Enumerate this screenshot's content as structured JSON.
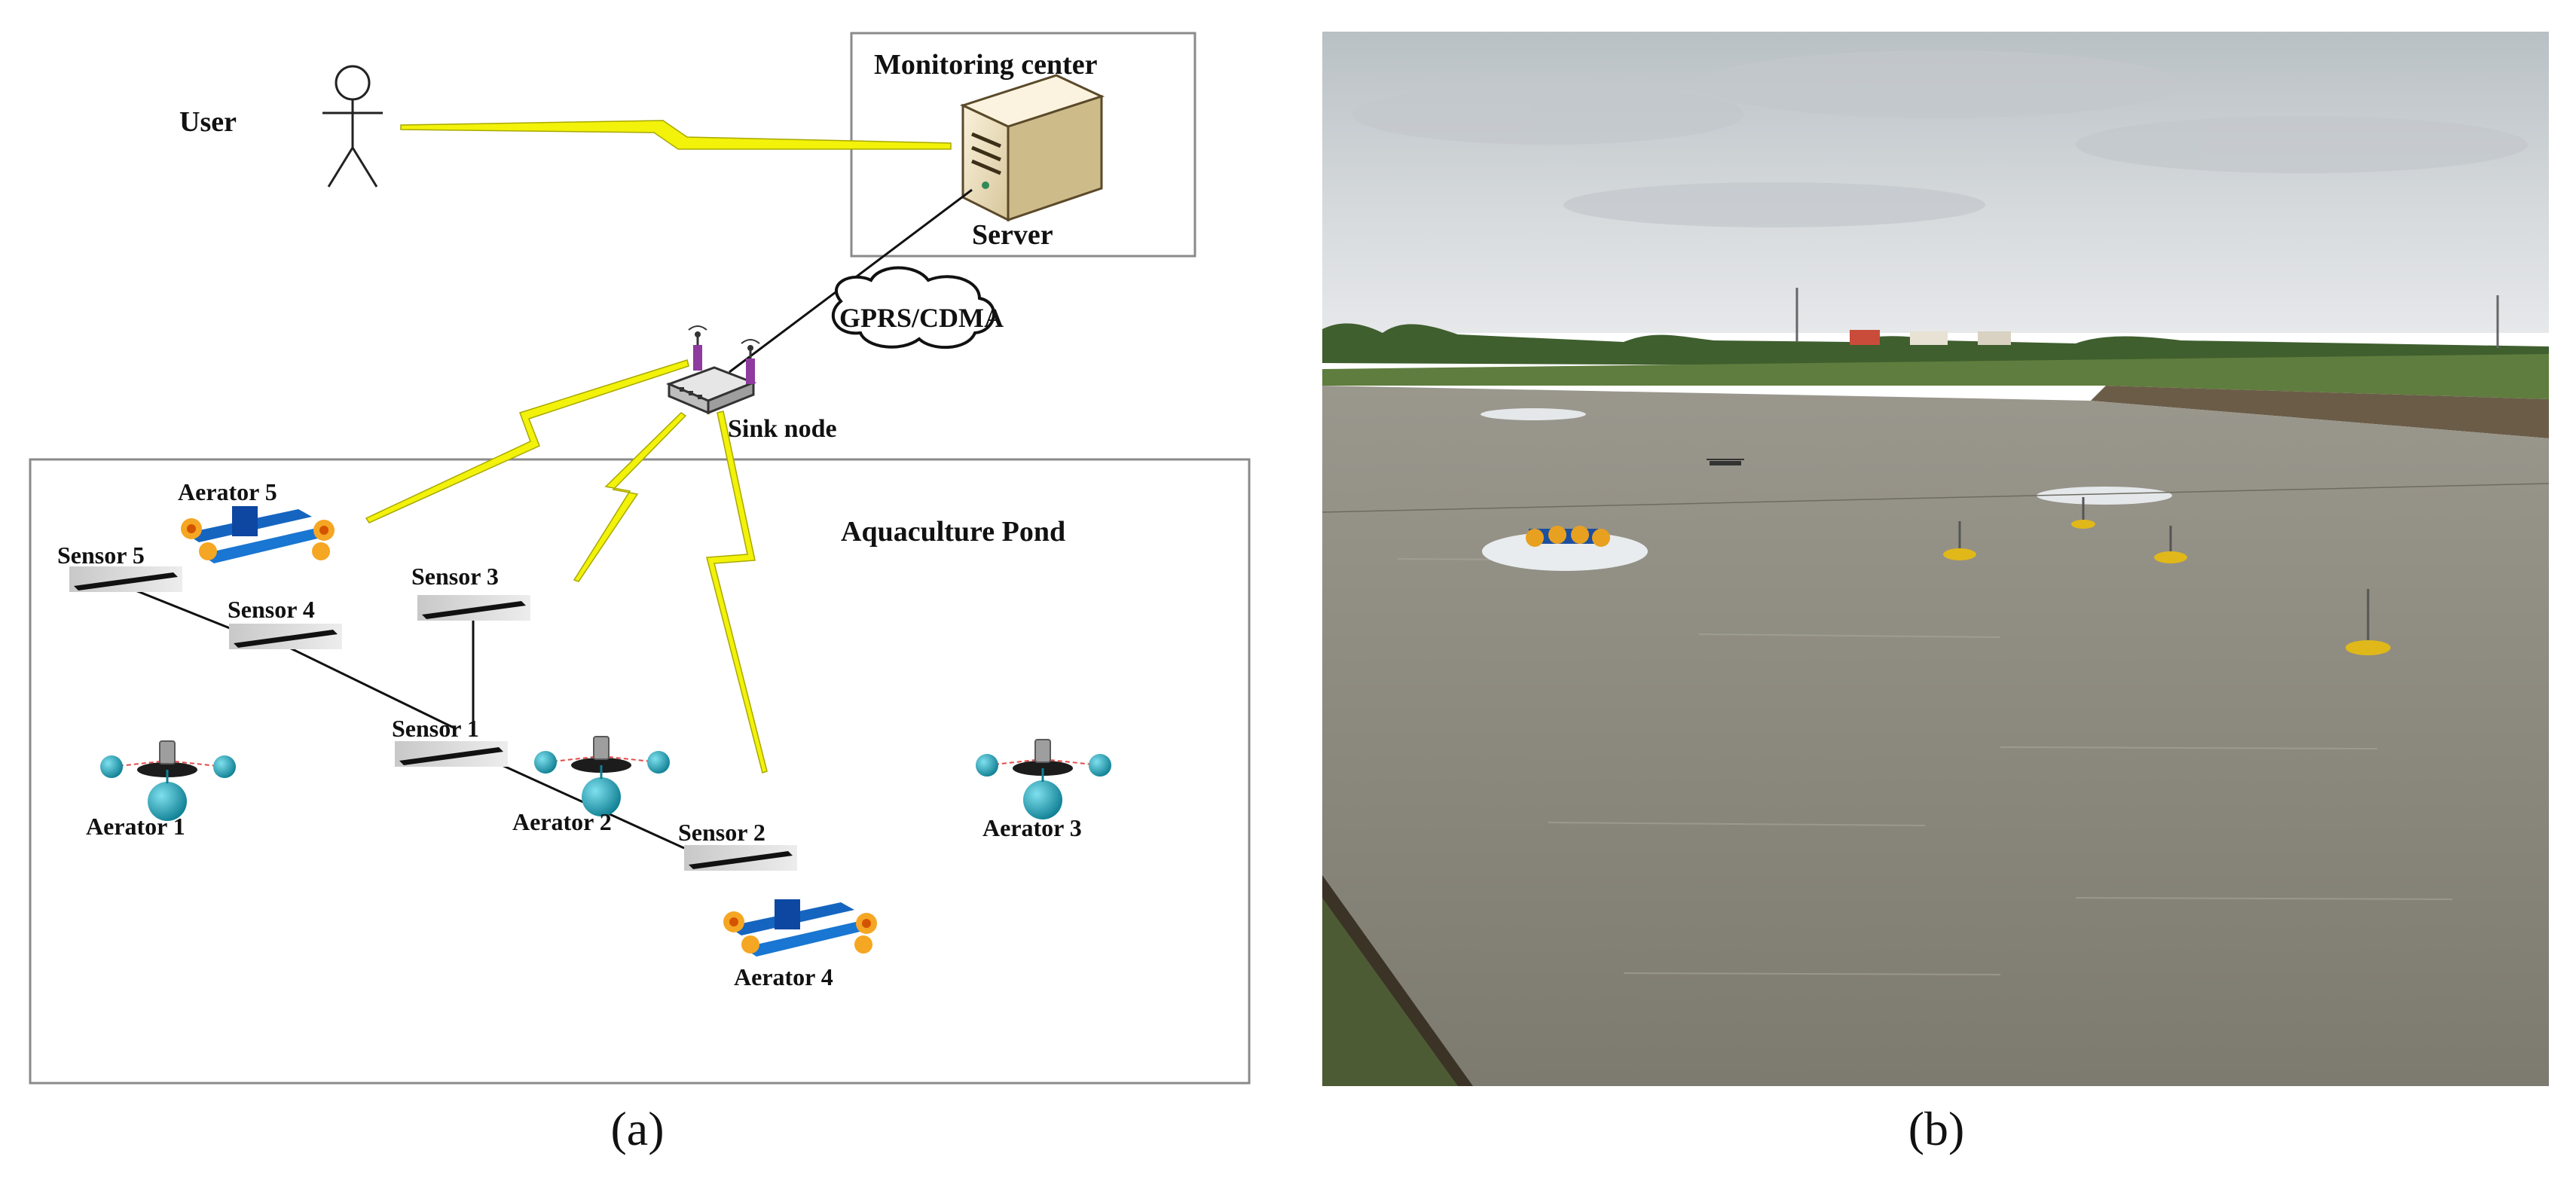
{
  "panel_a": {
    "user_label": "User",
    "monitoring_center_label": "Monitoring center",
    "server_label": "Server",
    "network_label": "GPRS/CDMA",
    "sink_node_label": "Sink node",
    "pond_label": "Aquaculture Pond",
    "sensors": [
      "Sensor 1",
      "Sensor 2",
      "Sensor 3",
      "Sensor 4",
      "Sensor 5"
    ],
    "aerators": [
      "Aerator 1",
      "Aerator 2",
      "Aerator 3",
      "Aerator 4",
      "Aerator 5"
    ],
    "colors": {
      "wireless_link": "#f2f20a",
      "aerator_ball": "#1aa3b8",
      "paddle_body": "#1565c0",
      "paddle_wheel": "#f5a623",
      "router": "#8e3a9e"
    }
  },
  "panel_b": {
    "sky_color": "#d9dde0",
    "water_color": "#8a877b",
    "treeline_color": "#3f5f2e",
    "buoy_color": "#e0b81a"
  },
  "captions": {
    "a": "(a)",
    "b": "(b)"
  }
}
